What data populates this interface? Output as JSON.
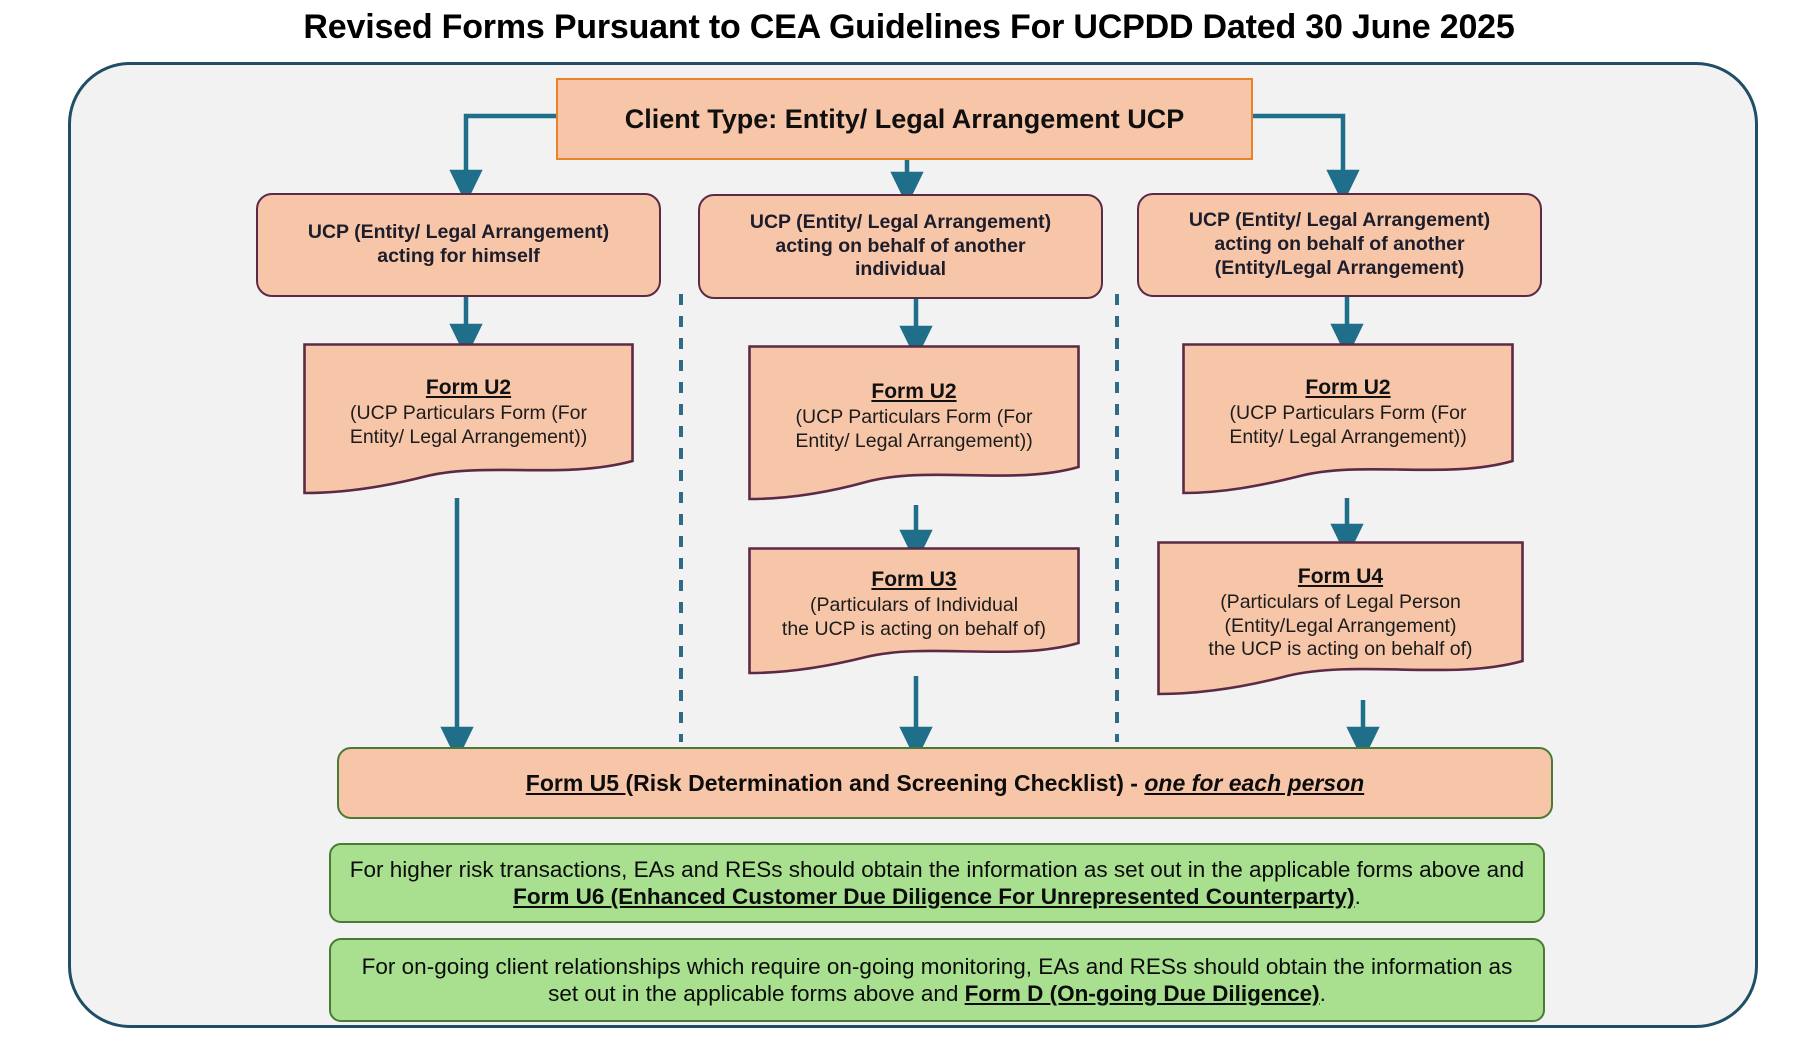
{
  "title": "Revised Forms Pursuant to CEA Guidelines For UCPDD Dated 30 June 2025",
  "colors": {
    "frame_border": "#1f4e66",
    "frame_fill": "#f2f2f2",
    "salmon_fill": "#f7c6a8",
    "purple_border": "#5b2a46",
    "orange_border": "#e8832a",
    "green_fill": "#a8e08f",
    "green_border": "#4b7a34",
    "arrow": "#1f6f8b"
  },
  "root": {
    "label": "Client Type: Entity/ Legal Arrangement UCP"
  },
  "columns": [
    {
      "id": "col-1",
      "role": {
        "line1": "UCP (Entity/ Legal Arrangement)",
        "line2": "acting for himself",
        "line3": ""
      },
      "forms": [
        {
          "id": "form-u2-col1",
          "title": "Form U2",
          "sub_line1": "(UCP Particulars Form (For",
          "sub_line2": "Entity/ Legal Arrangement))",
          "sub_line3": ""
        }
      ]
    },
    {
      "id": "col-2",
      "role": {
        "line1": "UCP (Entity/ Legal Arrangement)",
        "line2": "acting on behalf of another",
        "line3": "individual"
      },
      "forms": [
        {
          "id": "form-u2-col2",
          "title": "Form U2",
          "sub_line1": "(UCP Particulars Form (For",
          "sub_line2": "Entity/ Legal Arrangement))",
          "sub_line3": ""
        },
        {
          "id": "form-u3-col2",
          "title": "Form U3",
          "sub_line1": "(Particulars of Individual",
          "sub_line2": "the UCP is acting on behalf of)",
          "sub_line3": ""
        }
      ]
    },
    {
      "id": "col-3",
      "role": {
        "line1": "UCP (Entity/ Legal Arrangement)",
        "line2": "acting on behalf of another",
        "line3": "(Entity/Legal Arrangement)"
      },
      "forms": [
        {
          "id": "form-u2-col3",
          "title": "Form U2",
          "sub_line1": "(UCP Particulars Form (For",
          "sub_line2": "Entity/ Legal Arrangement))",
          "sub_line3": ""
        },
        {
          "id": "form-u4-col3",
          "title": "Form U4",
          "sub_line1": "(Particulars of Legal Person",
          "sub_line2": "(Entity/Legal Arrangement)",
          "sub_line3": "the UCP is acting on behalf of)"
        }
      ]
    }
  ],
  "u5": {
    "form_label": "Form U5 ",
    "main_text": "(Risk Determination and Screening Checklist) - ",
    "emphasis": "one for each person"
  },
  "notes": [
    {
      "id": "note-higher-risk",
      "text_before": "For higher risk transactions, EAs and RESs should obtain the information as set out in the applicable forms above and ",
      "text_bold": "Form U6 (Enhanced Customer Due Diligence For Unrepresented Counterparty)",
      "text_after": "."
    },
    {
      "id": "note-ongoing",
      "text_before": "For on-going client relationships which require on-going monitoring, EAs and RESs should obtain the information as set out in the applicable forms above and ",
      "text_bold": "Form D (On-going Due Diligence)",
      "text_after": "."
    }
  ]
}
